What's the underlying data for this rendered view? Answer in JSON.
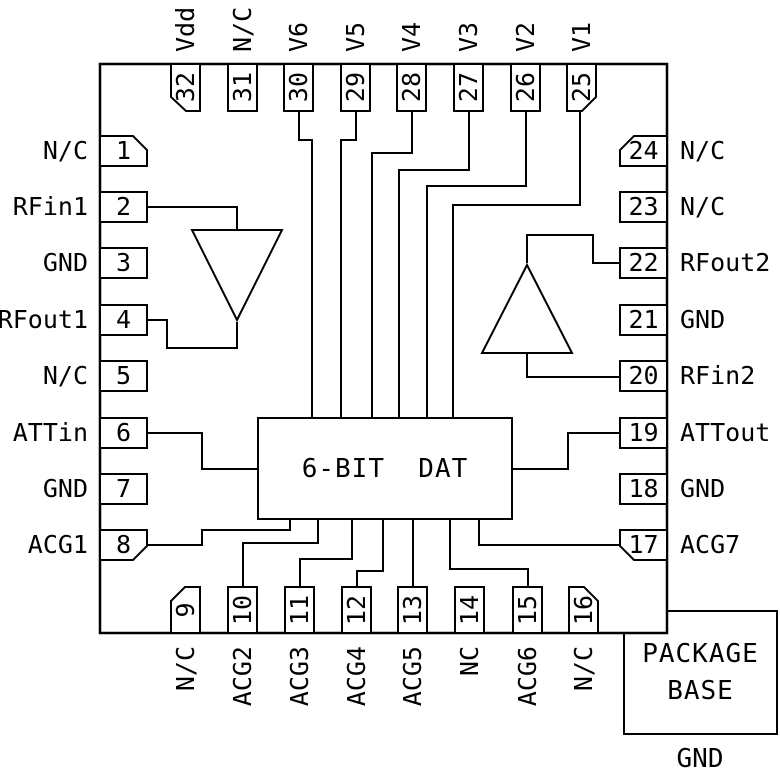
{
  "colors": {
    "line": "#000000",
    "background": "#ffffff"
  },
  "center_block": {
    "label": "6-BIT  DAT"
  },
  "package_base": {
    "line1": "PACKAGE",
    "line2": "BASE",
    "ground": "GND"
  },
  "pins": {
    "top": [
      {
        "number": "32",
        "label": "Vdd"
      },
      {
        "number": "31",
        "label": "N/C"
      },
      {
        "number": "30",
        "label": "V6"
      },
      {
        "number": "29",
        "label": "V5"
      },
      {
        "number": "28",
        "label": "V4"
      },
      {
        "number": "27",
        "label": "V3"
      },
      {
        "number": "26",
        "label": "V2"
      },
      {
        "number": "25",
        "label": "V1"
      }
    ],
    "left": [
      {
        "number": "1",
        "label": "N/C"
      },
      {
        "number": "2",
        "label": "RFin1"
      },
      {
        "number": "3",
        "label": "GND"
      },
      {
        "number": "4",
        "label": "RFout1"
      },
      {
        "number": "5",
        "label": "N/C"
      },
      {
        "number": "6",
        "label": "ATTin"
      },
      {
        "number": "7",
        "label": "GND"
      },
      {
        "number": "8",
        "label": "ACG1"
      }
    ],
    "right": [
      {
        "number": "24",
        "label": "N/C"
      },
      {
        "number": "23",
        "label": "N/C"
      },
      {
        "number": "22",
        "label": "RFout2"
      },
      {
        "number": "21",
        "label": "GND"
      },
      {
        "number": "20",
        "label": "RFin2"
      },
      {
        "number": "19",
        "label": "ATTout"
      },
      {
        "number": "18",
        "label": "GND"
      },
      {
        "number": "17",
        "label": "ACG7"
      }
    ],
    "bottom": [
      {
        "number": "9",
        "label": "N/C"
      },
      {
        "number": "10",
        "label": "ACG2"
      },
      {
        "number": "11",
        "label": "ACG3"
      },
      {
        "number": "12",
        "label": "ACG4"
      },
      {
        "number": "13",
        "label": "ACG5"
      },
      {
        "number": "14",
        "label": "NC"
      },
      {
        "number": "15",
        "label": "ACG6"
      },
      {
        "number": "16",
        "label": "N/C"
      }
    ]
  }
}
